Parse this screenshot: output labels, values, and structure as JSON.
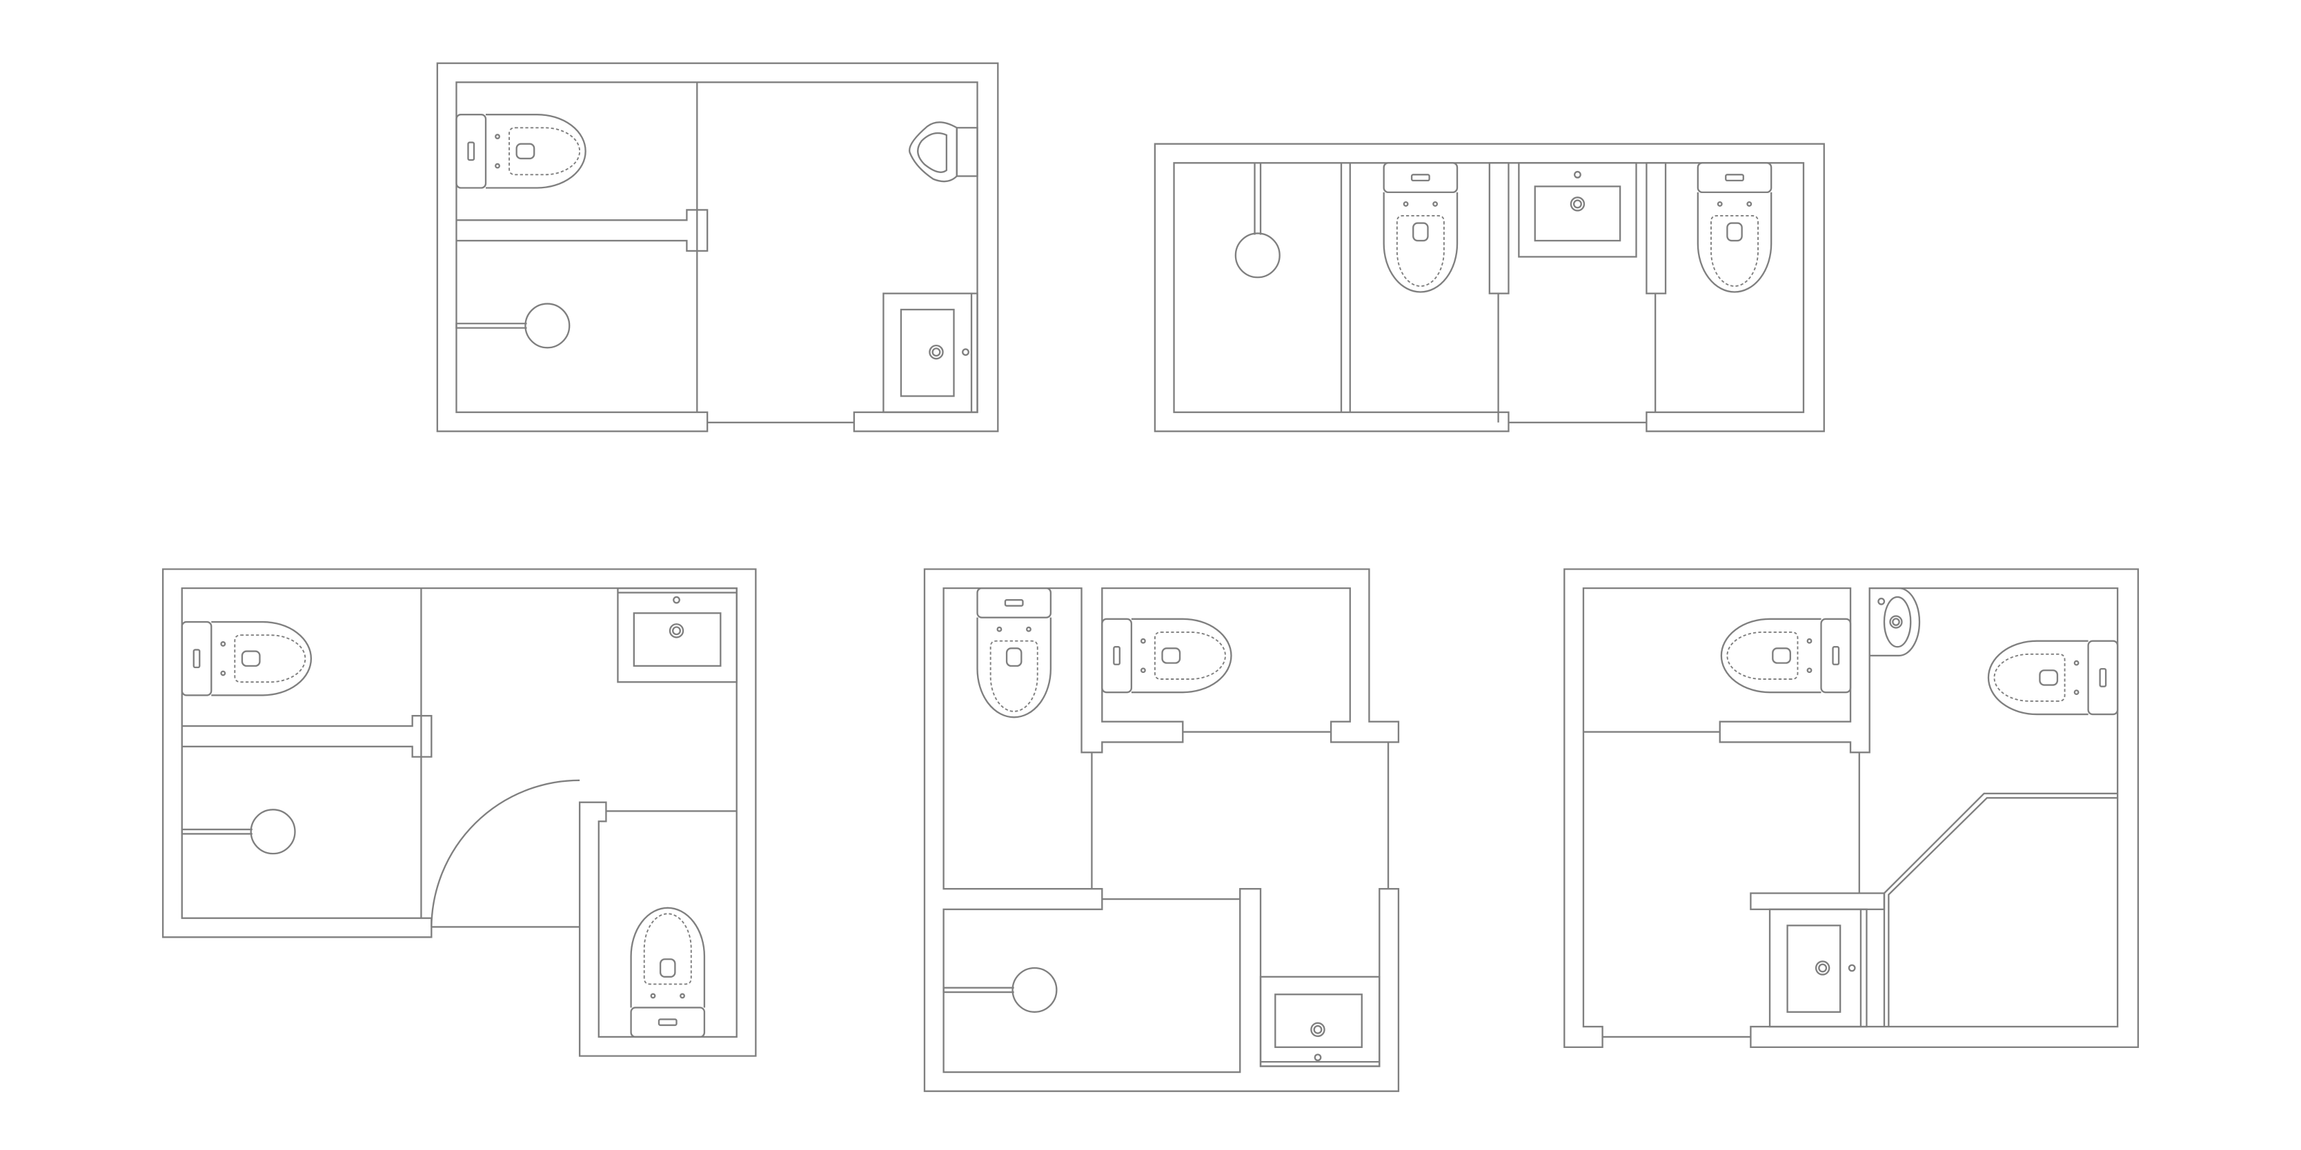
{
  "colors": {
    "stroke": "#7f7f7f",
    "background": "#ffffff"
  },
  "plans": [
    {
      "name": "bathroom-plan-1",
      "fixtures": [
        "toilet-icon",
        "urinal-icon",
        "shower-icon",
        "sink-cabinet-icon"
      ]
    },
    {
      "name": "bathroom-plan-2",
      "fixtures": [
        "shower-icon",
        "toilet-icon",
        "sink-icon",
        "toilet-icon"
      ]
    },
    {
      "name": "bathroom-plan-3",
      "fixtures": [
        "toilet-icon",
        "shower-icon",
        "sink-icon",
        "toilet-icon"
      ]
    },
    {
      "name": "bathroom-plan-4",
      "fixtures": [
        "toilet-icon",
        "toilet-icon",
        "shower-icon",
        "sink-icon"
      ]
    },
    {
      "name": "bathroom-plan-5",
      "fixtures": [
        "toilet-icon",
        "wall-sink-icon",
        "toilet-icon",
        "corner-shower-icon",
        "sink-cabinet-icon"
      ]
    }
  ]
}
